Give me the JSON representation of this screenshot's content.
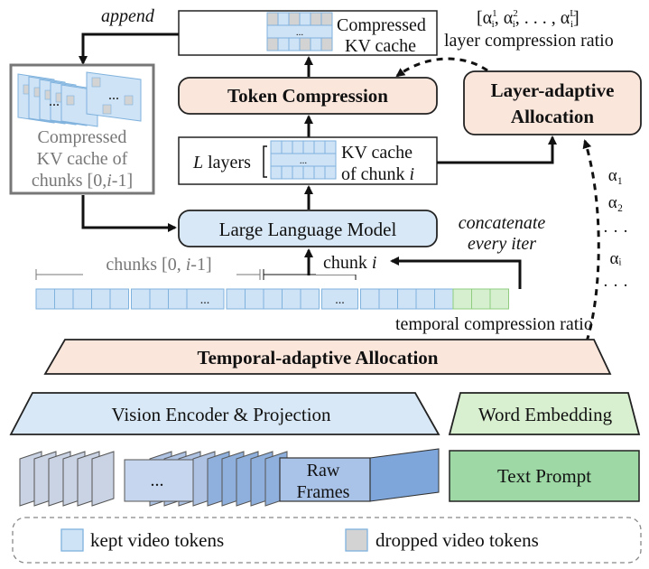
{
  "labels": {
    "append": "append",
    "compressed_kv_line1": "Compressed",
    "compressed_kv_line2": "KV cache",
    "ratio_formula": "[α",
    "ratio_formula_full": "[α¹ᵢ, α²ᵢ, . . . , αᴸᵢ]",
    "layer_ratio": "layer compression ratio",
    "token_compression": "Token Compression",
    "layer_alloc_line1": "Layer-adaptive",
    "layer_alloc_line2": "Allocation",
    "cache_chunks_line1": "Compressed",
    "cache_chunks_line2": "KV cache of",
    "cache_chunks_line3": "chunks [0,",
    "cache_chunks_line3_i": "i",
    "cache_chunks_line3_end": "-1]",
    "l_layers_L": "L",
    "l_layers": " layers",
    "kv_chunk_line1": "KV cache",
    "kv_chunk_line2": "of chunk ",
    "kv_chunk_i": "i",
    "llm": "Large Language Model",
    "concat_line1": "concatenate",
    "concat_line2": "every iter",
    "chunks_range": "chunks [0, ",
    "chunks_range_i": "i",
    "chunks_range_end": "-1]",
    "chunk_i": "chunk ",
    "chunk_i_var": "i",
    "ellipsis": "...",
    "alphas": [
      "α₁",
      "α₂",
      "· · ·",
      "αᵢ",
      "· · ·"
    ],
    "temporal_ratio": "temporal compression ratio",
    "temporal_alloc": "Temporal-adaptive Allocation",
    "vision_encoder": "Vision Encoder & Projection",
    "word_embedding": "Word Embedding",
    "raw_frames_line1": "Raw",
    "raw_frames_line2": "Frames",
    "text_prompt": "Text Prompt",
    "legend_kept": "kept video tokens",
    "legend_dropped": "dropped video tokens"
  },
  "colors": {
    "kept_token": "#cfe3f7",
    "kept_token_border": "#7fb2dd",
    "dropped_token": "#d3d3d3",
    "green_token": "#d6f0cf",
    "green_token_border": "#8fcc7f",
    "orange_fill": "#fbe6dc",
    "blue_fill": "#d9e8f6",
    "green_fill": "#d8f0cf",
    "text_prompt_fill": "#9dd8a5",
    "cache_box_border": "#777777"
  }
}
